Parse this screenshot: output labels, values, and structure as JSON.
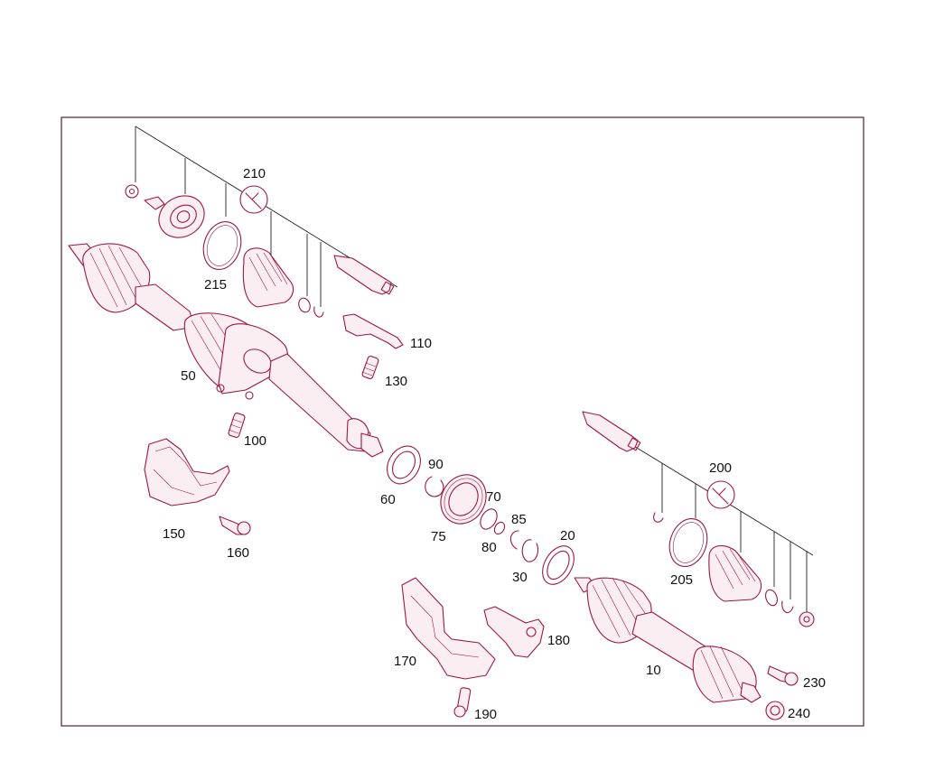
{
  "diagram": {
    "labels": {
      "p210": "210",
      "p215": "215",
      "p110": "110",
      "p130": "130",
      "p50": "50",
      "p100": "100",
      "p150": "150",
      "p160": "160",
      "p90": "90",
      "p60": "60",
      "p70": "70",
      "p75": "75",
      "p85": "85",
      "p80": "80",
      "p20": "20",
      "p30": "30",
      "p200": "200",
      "p205": "205",
      "p170": "170",
      "p180": "180",
      "p10": "10",
      "p230": "230",
      "p240": "240",
      "p190": "190"
    },
    "icons": {
      "tool_symbol": "wrench-icon"
    },
    "colors": {
      "part_stroke": "#9c1840",
      "frame": "#5a1f33",
      "leader": "#222222"
    }
  }
}
